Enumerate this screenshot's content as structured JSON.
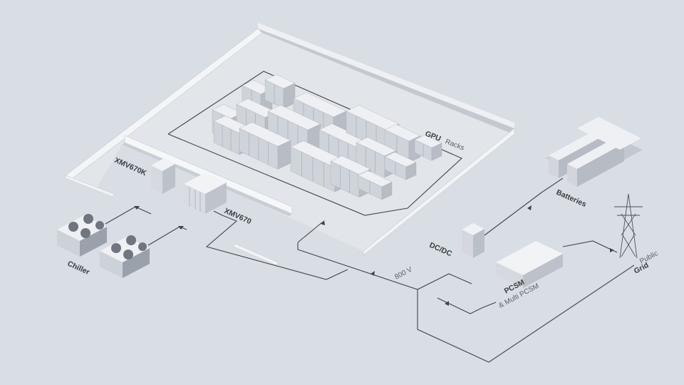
{
  "labels": {
    "gpu_racks": {
      "bold": "GPU",
      "light": "Racks"
    },
    "xmv670k": "XMV670K",
    "xmv670": "XMV670",
    "chiller": "Chiller",
    "batteries": "Batteries",
    "dcdc": "DC/DC",
    "voltage": "800 V",
    "pcsm": {
      "bold": "PCSM",
      "light": "& Multi PCSM"
    },
    "grid": {
      "light": "Public",
      "bold": "Grid"
    }
  },
  "colors": {
    "background": "#d9dee5",
    "floor": "#e3e7ec",
    "wall_top": "#f2f4f6",
    "wall_side": "#c9ced6",
    "equipment_top": "#eef0f3",
    "equipment_left": "#cfd3da",
    "equipment_right": "#b7bcc5",
    "wire": "#3f444b",
    "text": "#3a3d42"
  }
}
